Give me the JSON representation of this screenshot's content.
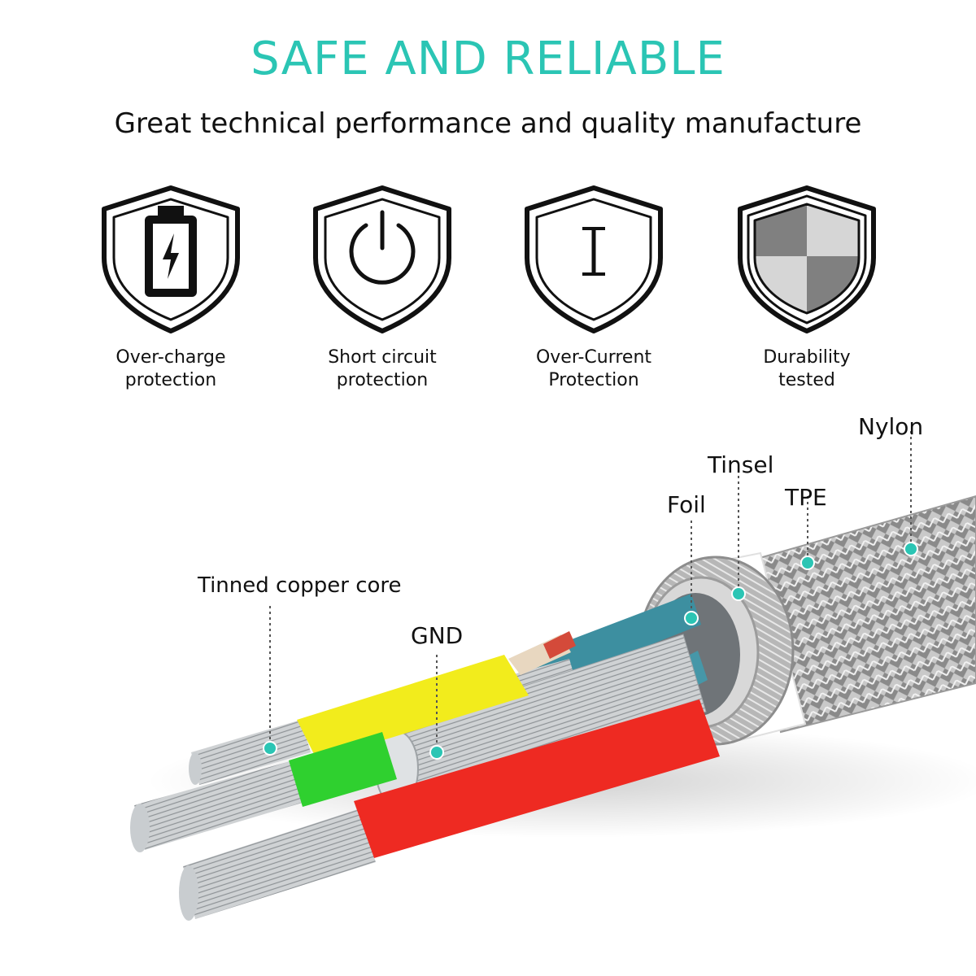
{
  "header": {
    "title": "SAFE AND RELIABLE",
    "subtitle": "Great technical performance and quality manufacture"
  },
  "features": [
    {
      "label": "Over-charge protection",
      "icon": "battery-shield-icon"
    },
    {
      "label": "Short circuit protection",
      "icon": "power-shield-icon"
    },
    {
      "label": "Over-Current Protection",
      "icon": "current-shield-icon"
    },
    {
      "label": "Durability tested",
      "icon": "checkered-shield-icon"
    }
  ],
  "cable": {
    "layers": {
      "nylon": "Nylon",
      "tinsel": "Tinsel",
      "foil": "Foil",
      "tpe": "TPE",
      "gnd": "GND",
      "core": "Tinned copper core"
    }
  },
  "colors": {
    "accent": "#2bc5b4",
    "wire_yellow": "#f2ec1c",
    "wire_green": "#2fd02f",
    "wire_red": "#ee2a22",
    "wire_blue": "#3d8fa0",
    "text": "#111111"
  }
}
